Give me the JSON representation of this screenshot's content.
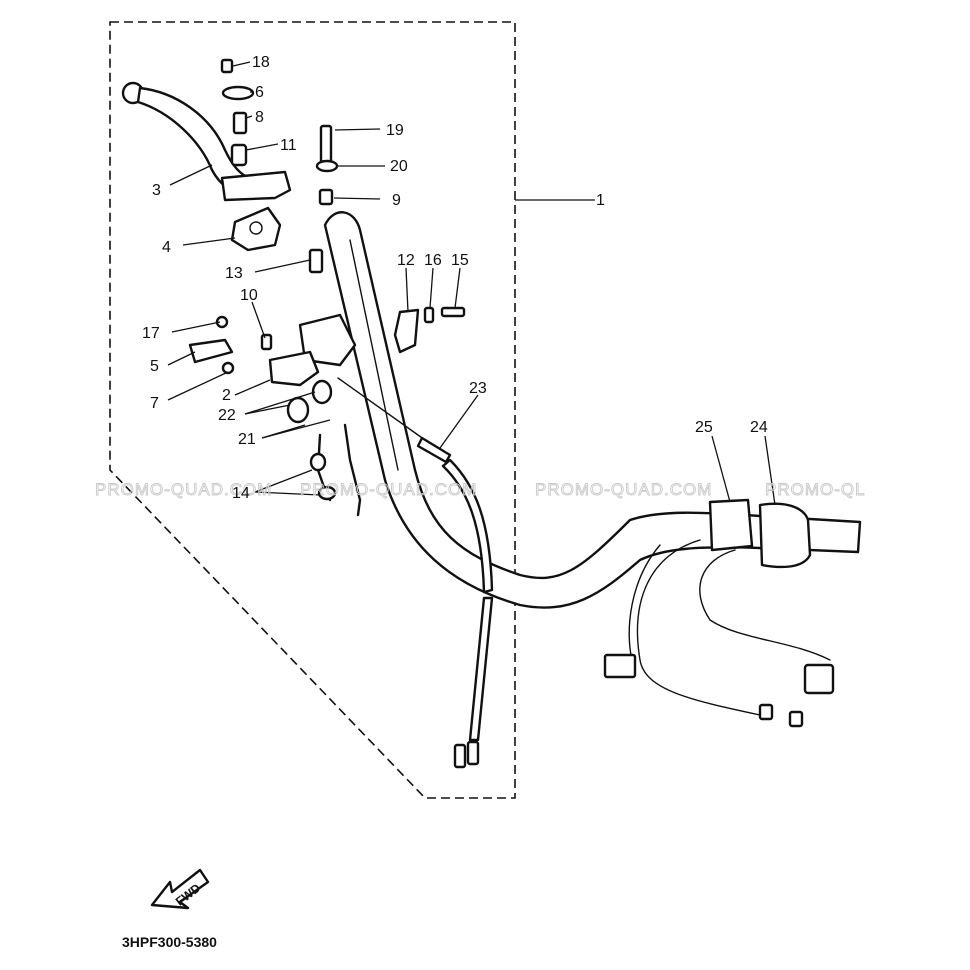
{
  "callouts": {
    "c1": "1",
    "c2": "2",
    "c3": "3",
    "c4": "4",
    "c5": "5",
    "c6": "6",
    "c7": "7",
    "c8": "8",
    "c9": "9",
    "c10": "10",
    "c11": "11",
    "c12": "12",
    "c13": "13",
    "c14": "14",
    "c15": "15",
    "c16": "16",
    "c17": "17",
    "c18": "18",
    "c19": "19",
    "c20": "20",
    "c21": "21",
    "c22": "22",
    "c23": "23",
    "c24": "24",
    "c25": "25"
  },
  "watermark": {
    "w1": "PROMO-QUAD.COM",
    "w2": "PROMO-QUAD.COM",
    "w3": "PROMO-QUAD.COM",
    "w4": "PROMO-QL"
  },
  "direction_label": "FWD",
  "diagram_code": "3HPF300-5380"
}
